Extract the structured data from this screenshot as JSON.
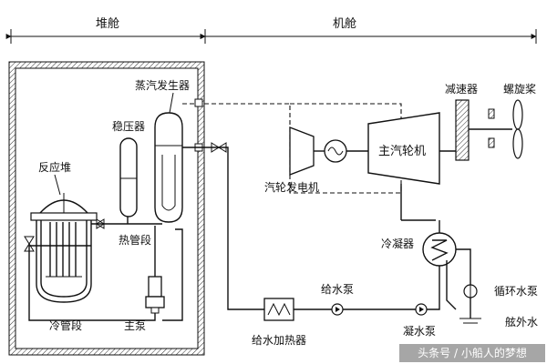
{
  "sections": {
    "reactor_compartment": "堆舱",
    "engine_room": "机舱"
  },
  "components": {
    "reactor": "反应堆",
    "pressurizer": "稳压器",
    "steam_generator": "蒸汽发生器",
    "hot_leg": "热管段",
    "cold_leg": "冷管段",
    "main_pump": "主泵",
    "turbine_generator": "汽轮发电机",
    "main_turbine": "主汽轮机",
    "reduction_gear": "减速器",
    "propeller": "螺旋桨",
    "condenser": "冷凝器",
    "feed_pump": "给水泵",
    "feed_heater": "给水加热器",
    "condensate_pump": "凝水泵",
    "circulating_pump": "循环水泵",
    "seawater": "舷外水"
  },
  "watermark": "头条号 / 小船人的梦想"
}
